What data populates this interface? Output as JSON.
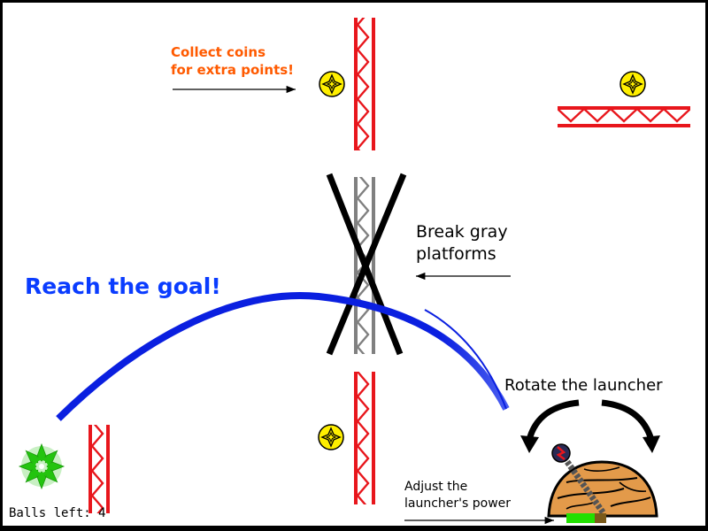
{
  "hints": {
    "coins_line1": "Collect coins",
    "coins_line2": "for extra points!",
    "gray_line1": "Break gray",
    "gray_line2": "platforms",
    "goal": "Reach the goal!",
    "rotate": "Rotate the launcher",
    "power_line1": "Adjust the",
    "power_line2": "launcher's power"
  },
  "hud": {
    "balls_left": "Balls left: 4"
  },
  "colors": {
    "girder": "#e8161c",
    "breakable_girder": "#808080",
    "coin": "#ffef00",
    "trajectory": "#0a1fe0",
    "goal": "#23c40f",
    "launcher_base": "#e39a4a",
    "power_bar": "#22e000",
    "coins_hint": "#ff5a00",
    "goal_hint": "#0a3cff"
  },
  "icons": {
    "coin": "star-coin-icon",
    "goal": "green-spiral-goal-icon",
    "breakable": "x-cross-icon",
    "rotate": "curved-arrows-icon"
  }
}
